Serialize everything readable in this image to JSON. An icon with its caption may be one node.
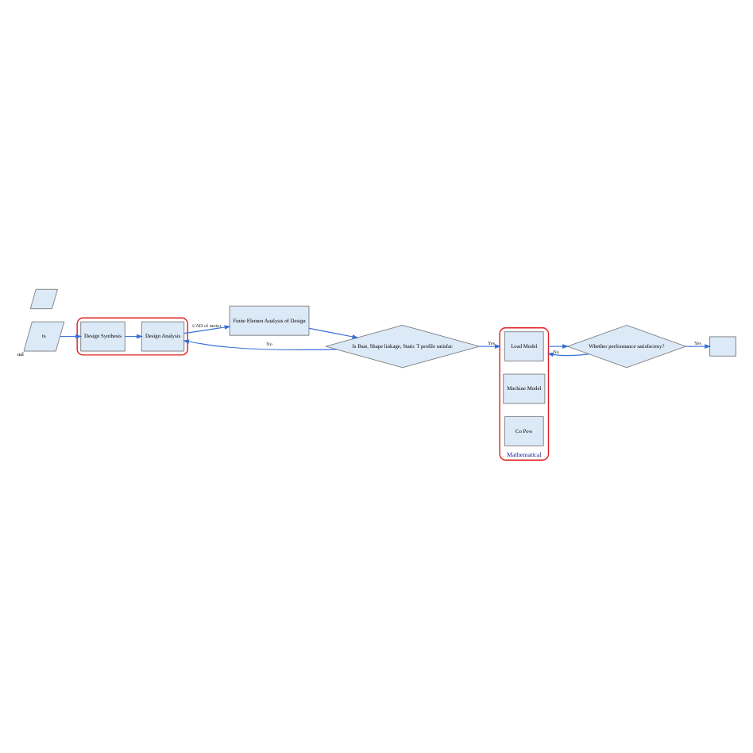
{
  "diagram": {
    "nodes": [
      {
        "text": [
          "ts"
        ],
        "beside": [
          "nal"
        ]
      },
      {
        "text": [],
        "shape": "box"
      },
      {
        "text": [
          "Design Synthesis"
        ],
        "in": 1
      },
      {
        "text": [
          "Design Analysis"
        ],
        "in": 1
      },
      {
        "text": [
          "Finite Elemen Analysis of Design"
        ]
      },
      {
        "text": [
          "Is Bsat, Shape linkage, Static T profile satisfac"
        ]
      },
      {
        "text": [
          "Mathematical"
        ]
      },
      {
        "text": [
          "Load Model"
        ],
        "in": 6
      },
      {
        "text": [
          "Machine Model"
        ],
        "in": 6
      },
      {
        "text": [
          "Co Pow"
        ],
        "in": 6
      },
      {
        "text": [
          "Whether performance satisfactory?"
        ]
      },
      {
        "text": [],
        "shape": "box"
      },
      {
        "text": [],
        "shape": "parallelogram"
      }
    ],
    "edges": [
      {
        "from": 0,
        "to": 2,
        "arrow": "to"
      },
      {
        "from": 2,
        "to": 3,
        "arrow": "to"
      },
      {
        "from": 3,
        "to": 4,
        "arrow": "to",
        "label": "CAD of motor"
      },
      {
        "from": 4,
        "to": 5,
        "arrow": "to"
      },
      {
        "from": 5,
        "to": 3,
        "arrow": "to",
        "label": "No"
      },
      {
        "from": 5,
        "to": 6,
        "arrow": "to",
        "label": "Yes"
      },
      {
        "from": 6,
        "to": 10,
        "arrow": "to"
      },
      {
        "from": 10,
        "to": 11,
        "arrow": "to",
        "label": "Yes"
      },
      {
        "from": 10,
        "to": 6,
        "arrow": "to",
        "label": "No"
      }
    ]
  }
}
